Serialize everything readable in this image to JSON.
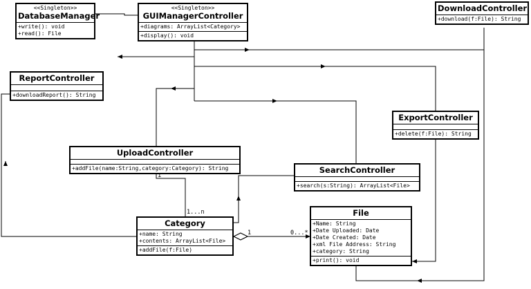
{
  "classes": {
    "database_manager": {
      "stereotype": "<<Singleton>>",
      "name": "DatabaseManager",
      "operations": [
        "+write(): void",
        "+read(): File"
      ]
    },
    "gui_manager": {
      "stereotype": "<<Singleton>>",
      "name": "GUIManagerController",
      "attributes": [
        "+diagrams: ArrayList<Category>"
      ],
      "operations": [
        "+display(): void"
      ]
    },
    "download_controller": {
      "name": "DownloadController",
      "operations": [
        "+download(f:File): String"
      ]
    },
    "report_controller": {
      "name": "ReportController",
      "operations": [
        "+downloadReport(): String"
      ]
    },
    "export_controller": {
      "name": "ExportController",
      "operations": [
        "+delete(f:File): String"
      ]
    },
    "upload_controller": {
      "name": "UploadController",
      "operations": [
        "+addFile(name:String,category:Category): String"
      ]
    },
    "search_controller": {
      "name": "SearchController",
      "operations": [
        "+search(s:String): ArrayList<File>"
      ]
    },
    "category": {
      "name": "Category",
      "attributes": [
        "+name: String",
        "+contents: ArrayList<File>"
      ],
      "operations": [
        "+addFile(f:File)"
      ]
    },
    "file": {
      "name": "File",
      "attributes": [
        "+Name: String",
        "+Date Uploaded: Date",
        "+Date Created: Date",
        "+xml File Address: String",
        "+category: String"
      ],
      "operations": [
        "+print(): void"
      ]
    }
  },
  "multiplicities": {
    "upload_one": "1",
    "category_many": "1...n",
    "category_one": "1",
    "file_many": "0...*"
  }
}
